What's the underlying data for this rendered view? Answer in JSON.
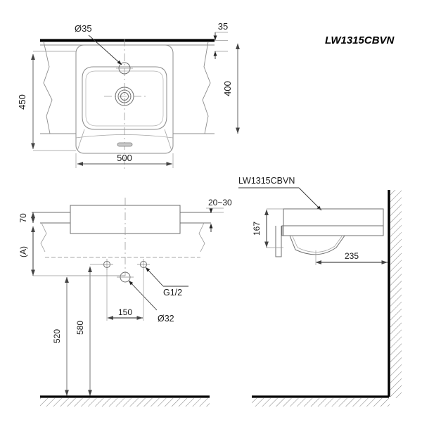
{
  "drawing": {
    "title": "LW1315CBVN",
    "model_label_side": "LW1315CBVN",
    "colors": {
      "line": "#6e6e6e",
      "dim_line": "#6e6e6e",
      "heavy": "#000000",
      "text": "#1a1a1a",
      "background": "#ffffff"
    }
  },
  "top_view": {
    "name": "plan-view",
    "dimensions": {
      "width_overall": "500",
      "depth_overall": "450",
      "depth_inner": "400",
      "back_offset": "35",
      "tap_hole_diameter": "Ø35"
    }
  },
  "front_section_view": {
    "name": "front-elevation-section",
    "dimensions": {
      "counter_thickness": "70",
      "counter_overhang": "20~30",
      "height_ref": "(A)",
      "supply_spacing": "150",
      "drain_diameter": "Ø32",
      "supply_thread": "G1/2",
      "drain_height": "520",
      "supply_height": "580"
    }
  },
  "side_view": {
    "name": "side-elevation",
    "label": "LW1315CBVN",
    "dimensions": {
      "basin_height": "167",
      "projection_from_wall": "235"
    }
  }
}
